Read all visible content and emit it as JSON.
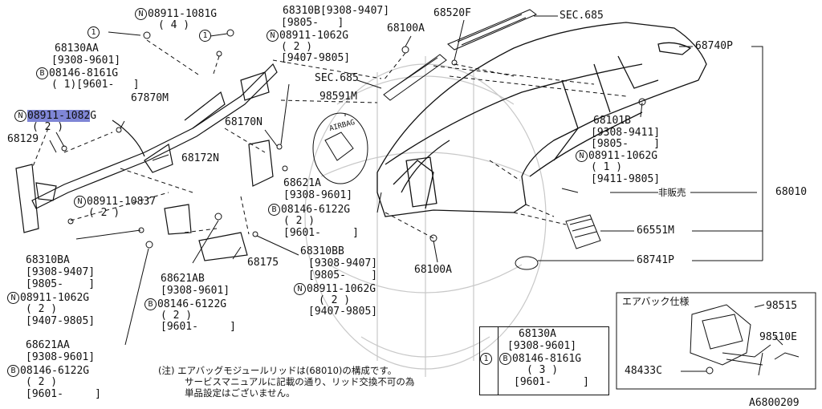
{
  "diagram_id": "A6800209",
  "labels": {
    "top_n_08911_1081g": "08911-1081G",
    "top_n_qty": "( 4 )",
    "l_68310b": "68310B[9308-9407]",
    "l_68310b_r1": "[9805-   ]",
    "l_68310b_r2": "08911-1062G",
    "l_68310b_r3": "( 2 )",
    "l_68310b_r4": "[9407-9805]",
    "l_68520f": "68520F",
    "l_sec685_top": "SEC.685",
    "l_68100a_top": "68100A",
    "l_68740p": "68740P",
    "l_68130aa": "68130AA",
    "l_68130aa_r1": "[9308-9601]",
    "l_68130aa_r2": "08146-8161G",
    "l_68130aa_r3": "( 1)[9601-   ]",
    "l_sec685_mid": "SEC.685",
    "l_98591m": "98591M",
    "l_airbag_text": "AIRBAG",
    "l_67870m": "67870M",
    "l_08911_1082g": "08911-1082",
    "l_08911_1082g_suffix": "G",
    "l_08911_1082g_qty": "( 2 )",
    "l_68129": "68129",
    "l_68170n": "68170N",
    "l_68172n": "68172N",
    "l_68101b": "68101B",
    "l_68101b_r1": "[9308-9411]",
    "l_68101b_r2": "[9805-    ]",
    "l_68101b_r3": "08911-1062G",
    "l_68101b_r4": "( 1 )",
    "l_68101b_r5": "[9411-9805]",
    "l_hihanbai": "非販売",
    "l_68010": "68010",
    "l_68621a": "68621A",
    "l_68621a_r1": "[9308-9601]",
    "l_68621a_r2": "08146-6122G",
    "l_68621a_r3": "( 2 )",
    "l_68621a_r4": "[9601-     ]",
    "l_08911_10837": "08911-10837",
    "l_08911_10837_qty": "( 2 )",
    "l_66551m": "66551M",
    "l_68741p": "68741P",
    "l_68310ba": "68310BA",
    "l_68310ba_r1": "[9308-9407]",
    "l_68310ba_r2": "[9805-    ]",
    "l_68310ba_r3": "08911-1062G",
    "l_68310ba_r4": "( 2 )",
    "l_68310ba_r5": "[9407-9805]",
    "l_68175": "68175",
    "l_68310bb": "68310BB",
    "l_68310bb_r1": "[9308-9407]",
    "l_68310bb_r2": "[9805-    ]",
    "l_68310bb_r3": "08911-1062G",
    "l_68310bb_r4": "( 2 )",
    "l_68310bb_r5": "[9407-9805]",
    "l_68100a_bot": "68100A",
    "l_68621ab": "68621AB",
    "l_68621ab_r1": "[9308-9601]",
    "l_68621ab_r2": "08146-6122G",
    "l_68621ab_r3": "( 2 )",
    "l_68621ab_r4": "[9601-     ]",
    "l_68621aa": "68621AA",
    "l_68621aa_r1": "[9308-9601]",
    "l_68621aa_r2": "08146-6122G",
    "l_68621aa_r3": "( 2 )",
    "l_68621aa_r4": "[9601-     ]",
    "note_l1": "(注) エアバッグモジュールリッドは(68010)の構成です。",
    "note_l2": "サービスマニュアルに記載の通り、リッド交換不可の為",
    "note_l3": "単品設定はございません。",
    "box_68130a": "68130A",
    "box_68130a_r1": "[9308-9601]",
    "box_68130a_r2": "08146-8161G",
    "box_68130a_r3": "( 3 )",
    "box_68130a_r4": "[9601-     ]",
    "airbag_box_title": "エアバック仕様",
    "l_98515": "98515",
    "l_98510e": "98510E",
    "l_48433c": "48433C",
    "sym_n": "N",
    "sym_b": "B",
    "sym_1": "1"
  }
}
